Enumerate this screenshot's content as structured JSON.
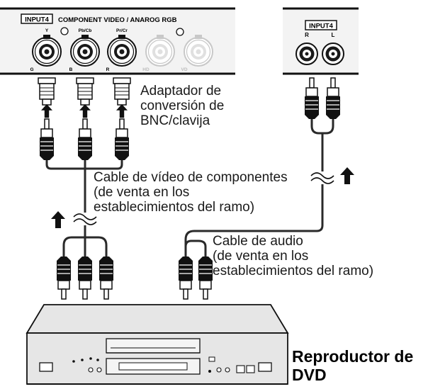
{
  "panel_left": {
    "input_badge": "INPUT4",
    "title": "COMPONENT VIDEO / ANAROG RGB",
    "jack_top_labels": [
      "Y",
      "Pb/Cb",
      "Pr/Cr"
    ],
    "jack_bottom_labels": [
      "G",
      "B",
      "R",
      "HD",
      "VD"
    ]
  },
  "panel_right": {
    "input_badge": "INPUT4",
    "jack_labels": [
      "R",
      "L"
    ]
  },
  "labels": {
    "adapter_line1": "Adaptador de",
    "adapter_line2": "conversión de",
    "adapter_line3": "BNC/clavija",
    "video_cable_line1": "Cable de vídeo de componentes",
    "video_cable_line2": "(de venta en los",
    "video_cable_line3": "establecimientos del ramo)",
    "audio_cable_line1": "Cable de audio",
    "audio_cable_line2": "(de venta en los",
    "audio_cable_line3": "establecimientos del ramo)",
    "device_line1": "Reproductor de",
    "device_line2": "DVD"
  },
  "colors": {
    "panel_fill": "#f3f3f3",
    "device_fill": "#e6e6e6",
    "cable": "#2a2a2a",
    "inactive_jack": "#c8c8c8"
  },
  "icons": [
    "arrow-up-icon",
    "break-mark-icon",
    "bnc-jack-icon",
    "rca-jack-icon",
    "bnc-adapter-icon",
    "rca-plug-icon"
  ]
}
